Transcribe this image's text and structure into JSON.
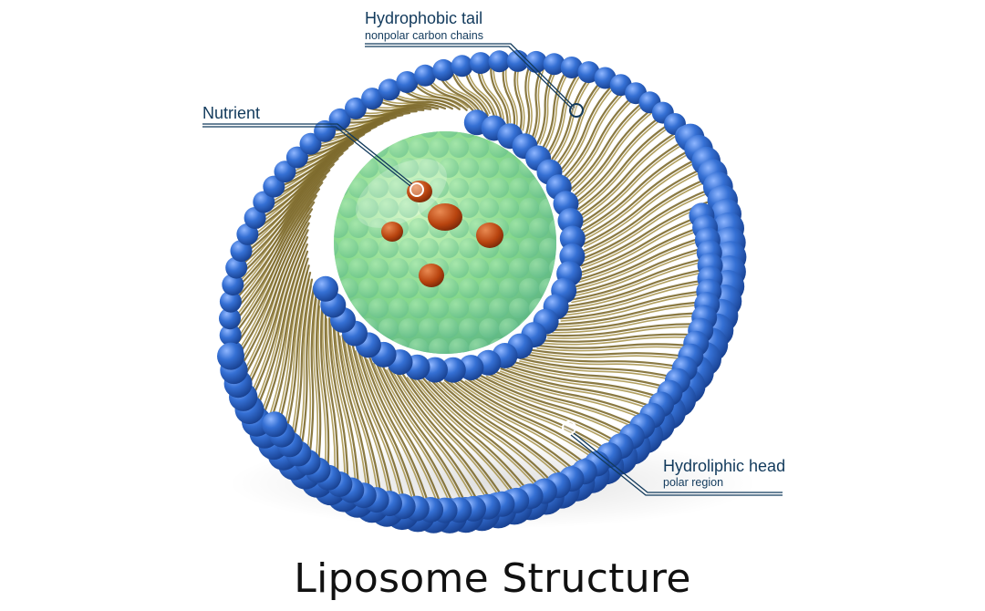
{
  "title": "Liposome Structure",
  "callouts": {
    "tail": {
      "label": "Hydrophobic tail",
      "sublabel": "nonpolar carbon chains"
    },
    "nutrient": {
      "label": "Nutrient"
    },
    "head": {
      "label": "Hydroliphic head",
      "sublabel": "polar region"
    }
  },
  "colors": {
    "label_text": "#123a5c",
    "head_blue": "#2f6bc9",
    "tail_olive": "#7d6a2e",
    "core_green": "#7fd07a",
    "nutrient_red": "#b53a10"
  }
}
